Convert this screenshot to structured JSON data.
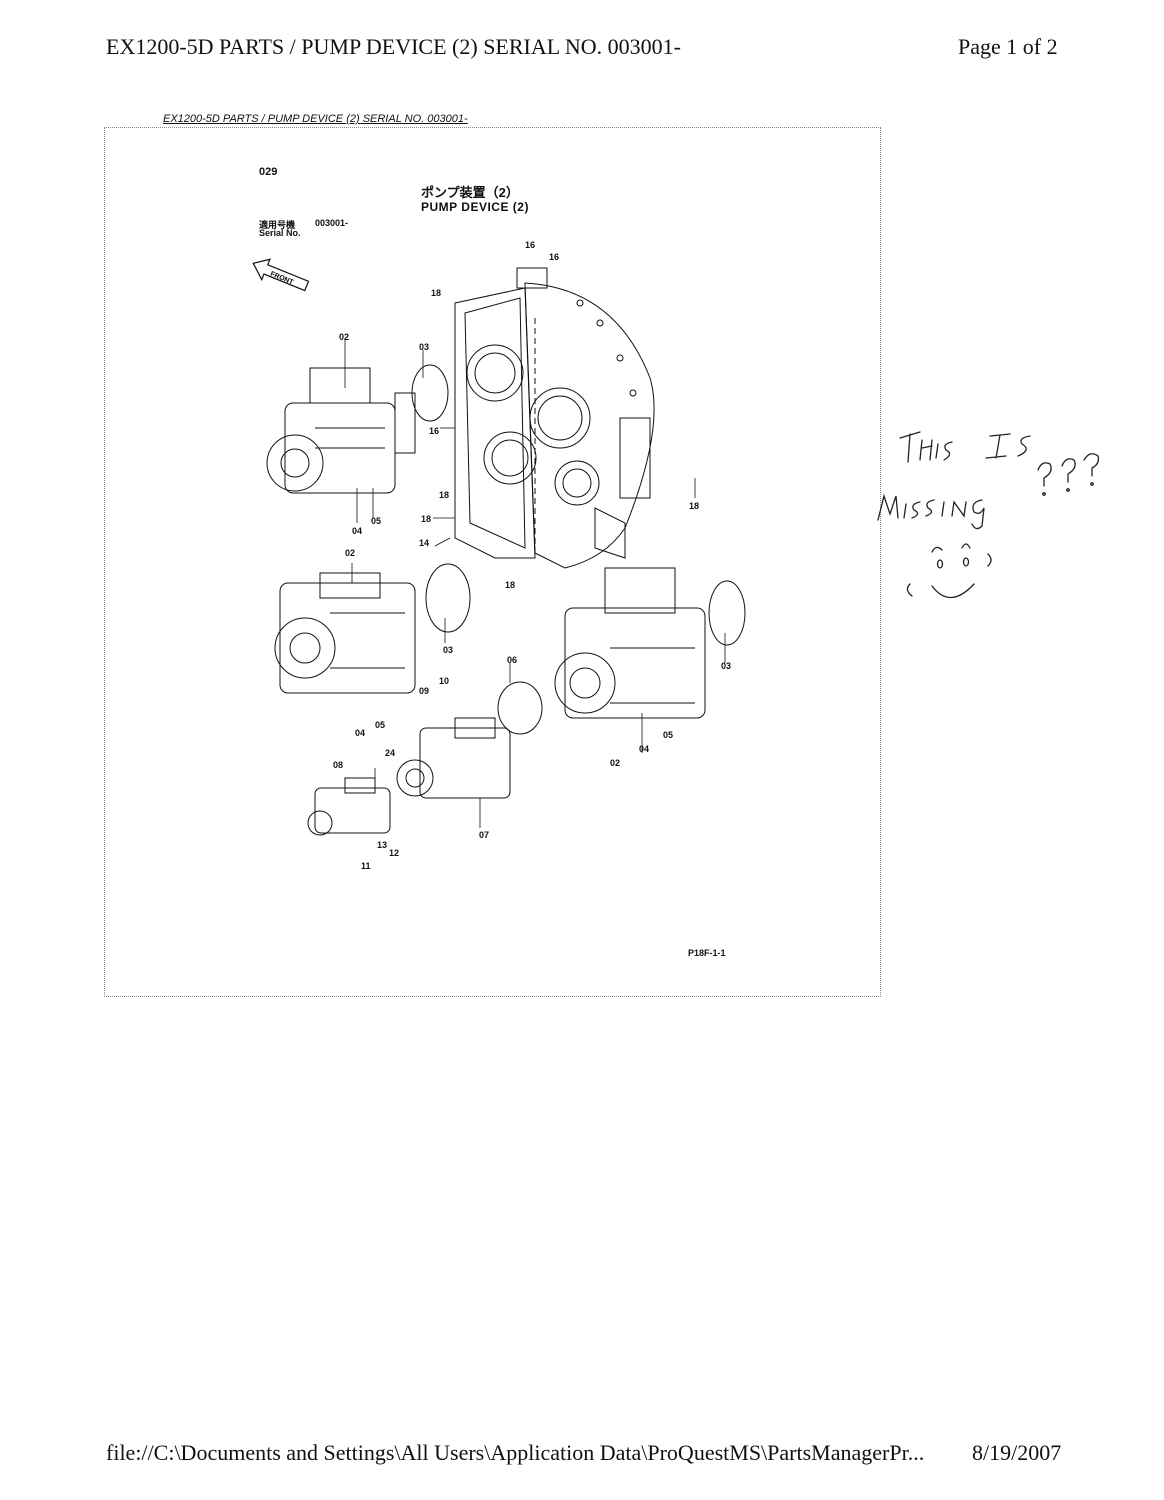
{
  "header": {
    "title": "EX1200-5D PARTS / PUMP DEVICE (2) SERIAL NO. 003001-",
    "page": "Page 1 of 2"
  },
  "figure": {
    "caption": "EX1200-5D PARTS / PUMP DEVICE (2) SERIAL NO. 003001-",
    "figure_no": "029",
    "title_jp": "ポンプ装置（2）",
    "title_en": "PUMP DEVICE (2)",
    "serial_label_jp": "適用号機",
    "serial_value": "003001-",
    "serial_label_en": "Serial No.",
    "front_label": "FRONT",
    "drawing_code": "P18F-1-1",
    "callouts": [
      "16",
      "16",
      "18",
      "03",
      "02",
      "16",
      "18",
      "18",
      "04",
      "05",
      "18",
      "14",
      "18",
      "02",
      "03",
      "06",
      "03",
      "09",
      "10",
      "04",
      "05",
      "24",
      "08",
      "07",
      "11",
      "13",
      "12",
      "02",
      "04",
      "05"
    ]
  },
  "annotation": {
    "handwritten": "THIS IS MISSING ???"
  },
  "footer": {
    "path": "file://C:\\Documents and Settings\\All Users\\Application Data\\ProQuestMS\\PartsManagerPr...",
    "date": "8/19/2007"
  }
}
